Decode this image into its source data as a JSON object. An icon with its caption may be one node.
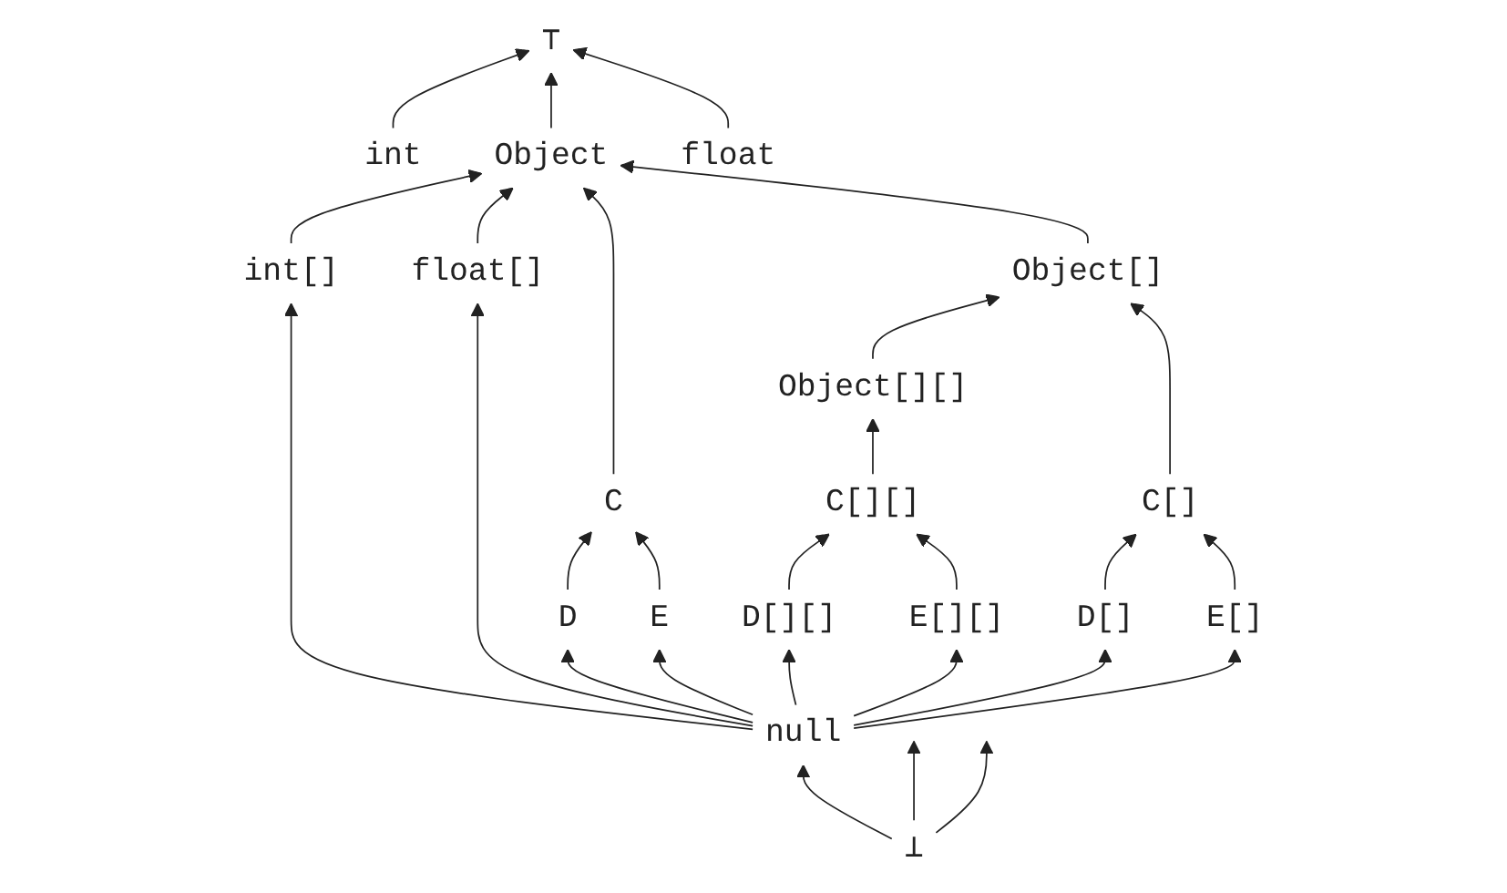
{
  "diagram": {
    "nodes": [
      {
        "text": [
          "⊤"
        ]
      },
      {
        "text": [
          "int"
        ]
      },
      {
        "text": [
          "Object"
        ]
      },
      {
        "text": [
          "float"
        ]
      },
      {
        "text": [
          "int[]"
        ]
      },
      {
        "text": [
          "float[]"
        ]
      },
      {
        "text": [
          "C"
        ]
      },
      {
        "text": [
          "Object[]"
        ]
      },
      {
        "text": [
          "Object[][]"
        ]
      },
      {
        "text": [
          "D"
        ]
      },
      {
        "text": [
          "E"
        ]
      },
      {
        "text": [
          "C[]"
        ]
      },
      {
        "text": [
          "C[][]"
        ]
      },
      {
        "text": [
          "D[]"
        ]
      },
      {
        "text": [
          "E[]"
        ]
      },
      {
        "text": [
          "D[][]"
        ]
      },
      {
        "text": [
          "E[][]"
        ]
      },
      {
        "text": [
          "null"
        ]
      },
      {
        "text": [
          "⊥"
        ]
      }
    ],
    "edges": [
      {
        "from": 1,
        "to": 0,
        "arrow": "to"
      },
      {
        "from": 2,
        "to": 0,
        "arrow": "to"
      },
      {
        "from": 3,
        "to": 0,
        "arrow": "to"
      },
      {
        "from": 4,
        "to": 2,
        "arrow": "to"
      },
      {
        "from": 5,
        "to": 2,
        "arrow": "to"
      },
      {
        "from": 6,
        "to": 2,
        "arrow": "to"
      },
      {
        "from": 7,
        "to": 2,
        "arrow": "to"
      },
      {
        "from": 8,
        "to": 7,
        "arrow": "to"
      },
      {
        "from": 9,
        "to": 6,
        "arrow": "to"
      },
      {
        "from": 10,
        "to": 6,
        "arrow": "to"
      },
      {
        "from": 11,
        "to": 7,
        "arrow": "to"
      },
      {
        "from": 12,
        "to": 8,
        "arrow": "to"
      },
      {
        "from": 13,
        "to": 11,
        "arrow": "to"
      },
      {
        "from": 14,
        "to": 11,
        "arrow": "to"
      },
      {
        "from": 15,
        "to": 12,
        "arrow": "to"
      },
      {
        "from": 16,
        "to": 12,
        "arrow": "to"
      },
      {
        "from": 17,
        "to": 4,
        "arrow": "to"
      },
      {
        "from": 17,
        "to": 5,
        "arrow": "to"
      },
      {
        "from": 17,
        "to": 9,
        "arrow": "to"
      },
      {
        "from": 17,
        "to": 10,
        "arrow": "to"
      },
      {
        "from": 17,
        "to": 13,
        "arrow": "to"
      },
      {
        "from": 17,
        "to": 14,
        "arrow": "to"
      },
      {
        "from": 17,
        "to": 15,
        "arrow": "to"
      },
      {
        "from": 17,
        "to": 16,
        "arrow": "to"
      },
      {
        "from": 18,
        "to": null,
        "arrow": "to"
      },
      {
        "from": 18,
        "to": 17,
        "arrow": "to"
      },
      {
        "from": 18,
        "to": null,
        "arrow": "to"
      }
    ]
  }
}
